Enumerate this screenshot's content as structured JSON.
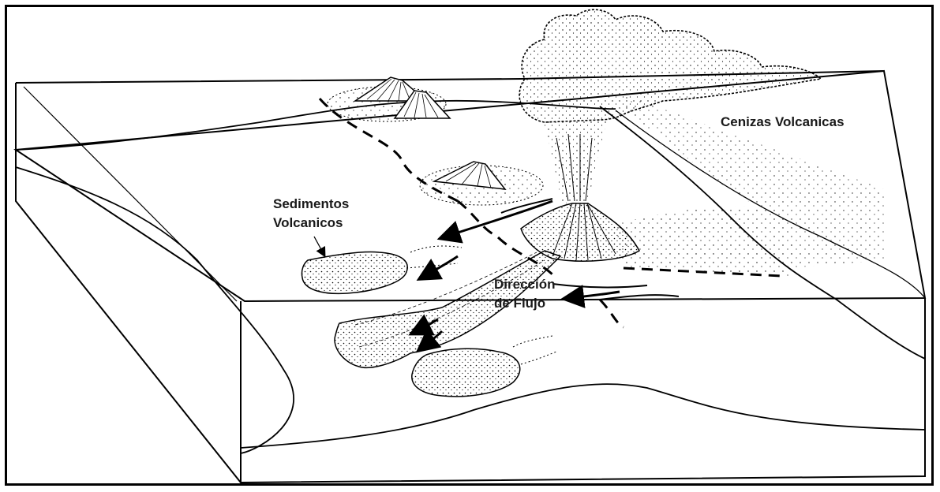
{
  "labels": {
    "ash": "Cenizas Volcanicas",
    "sediments_line1": "Sedimentos",
    "sediments_line2": "Volcanicos",
    "flow_line1": "Dirección",
    "flow_line2": "de Flujo"
  },
  "colors": {
    "ink": "#000000",
    "background": "#ffffff"
  }
}
